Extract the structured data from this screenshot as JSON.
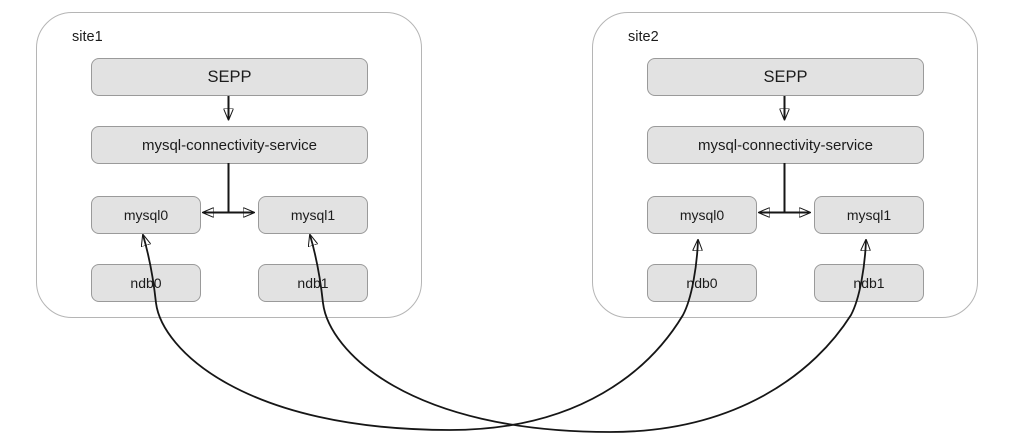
{
  "colors": {
    "node_fill": "#e2e2e2",
    "node_border": "#9a9a9a",
    "container_border": "#b5b5b5",
    "line": "#161616",
    "text": "#1c1c1c",
    "background": "#ffffff"
  },
  "diagram": {
    "sites": [
      {
        "label": "site1",
        "nodes": {
          "sepp": "SEPP",
          "connectivity": "mysql-connectivity-service",
          "mysql0": "mysql0",
          "mysql1": "mysql1",
          "ndb0": "ndb0",
          "ndb1": "ndb1"
        }
      },
      {
        "label": "site2",
        "nodes": {
          "sepp": "SEPP",
          "connectivity": "mysql-connectivity-service",
          "mysql0": "mysql0",
          "mysql1": "mysql1",
          "ndb0": "ndb0",
          "ndb1": "ndb1"
        }
      }
    ],
    "connections": [
      {
        "from": "site1.SEPP",
        "to": "site1.mysql-connectivity-service",
        "style": "straight",
        "arrows": "end"
      },
      {
        "from": "site1.mysql-connectivity-service",
        "to": "site1.mysql0",
        "style": "orthogonal-t",
        "arrows": "end"
      },
      {
        "from": "site1.mysql-connectivity-service",
        "to": "site1.mysql1",
        "style": "orthogonal-t",
        "arrows": "end"
      },
      {
        "from": "site2.SEPP",
        "to": "site2.mysql-connectivity-service",
        "style": "straight",
        "arrows": "end"
      },
      {
        "from": "site2.mysql-connectivity-service",
        "to": "site2.mysql0",
        "style": "orthogonal-t",
        "arrows": "end"
      },
      {
        "from": "site2.mysql-connectivity-service",
        "to": "site2.mysql1",
        "style": "orthogonal-t",
        "arrows": "end"
      },
      {
        "between": [
          "site1.mysql0",
          "site2.mysql0"
        ],
        "via": [
          "site1.ndb0",
          "site2.ndb0"
        ],
        "style": "curved",
        "arrows": "both"
      },
      {
        "between": [
          "site1.mysql1",
          "site2.mysql1"
        ],
        "via": [
          "site1.ndb1",
          "site2.ndb1"
        ],
        "style": "curved",
        "arrows": "both"
      }
    ]
  }
}
